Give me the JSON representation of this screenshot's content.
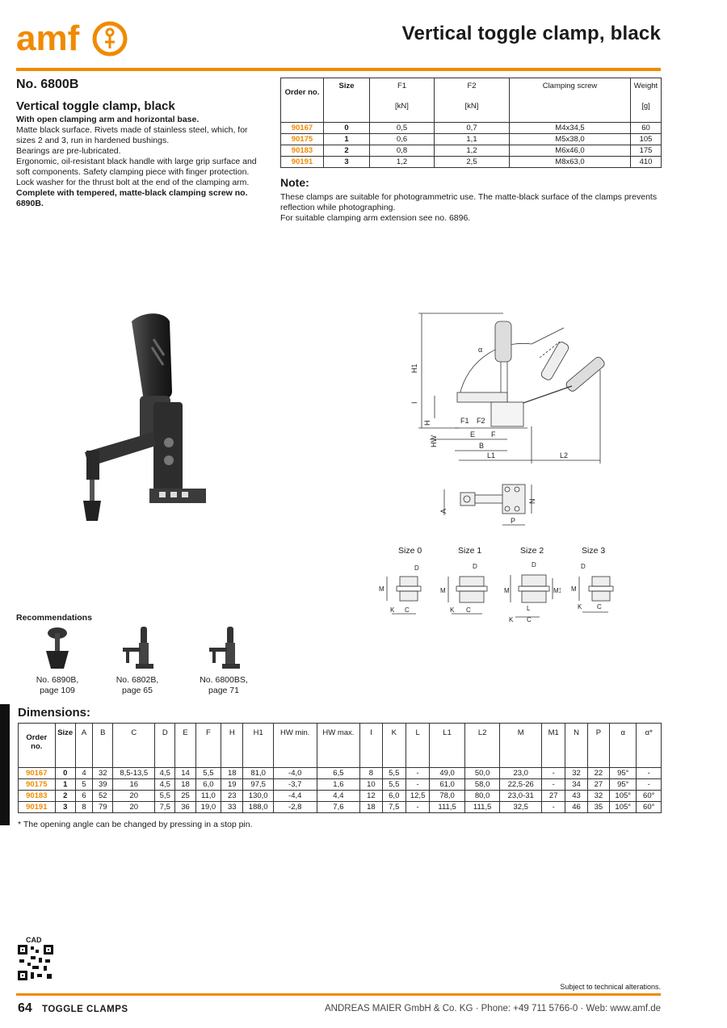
{
  "brand": {
    "logo_text": "amf",
    "accent": "#f08a00"
  },
  "header": {
    "title": "Vertical toggle clamp, black"
  },
  "product": {
    "number": "No. 6800B",
    "title": "Vertical toggle clamp, black",
    "desc_lead": "With open clamping arm and horizontal base.",
    "desc_body": [
      "Matte black surface. Rivets made of stainless steel, which, for sizes 2 and 3, run in hardened bushings.",
      "Bearings are pre-lubricated.",
      "Ergonomic, oil-resistant black handle with large grip surface and soft components. Safety clamping piece with finger protection.",
      "Lock washer for the thrust bolt at the end of the clamping arm."
    ],
    "desc_tail": "Complete with tempered, matte-black clamping screw no. 6890B."
  },
  "order_table": {
    "headers": {
      "order": "Order no.",
      "size": "Size",
      "f1": "F1",
      "f1_unit": "[kN]",
      "f2": "F2",
      "f2_unit": "[kN]",
      "screw": "Clamping screw",
      "weight": "Weight",
      "weight_unit": "[g]"
    },
    "rows": [
      [
        "90167",
        "0",
        "0,5",
        "0,7",
        "M4x34,5",
        "60"
      ],
      [
        "90175",
        "1",
        "0,6",
        "1,1",
        "M5x38,0",
        "105"
      ],
      [
        "90183",
        "2",
        "0,8",
        "1,2",
        "M6x46,0",
        "175"
      ],
      [
        "90191",
        "3",
        "1,2",
        "2,5",
        "M8x63,0",
        "410"
      ]
    ]
  },
  "note": {
    "heading": "Note:",
    "line1": "These clamps are suitable for photogrammetric use. The matte-black surface of the clamps prevents reflection while photographing.",
    "line2": "For suitable clamping arm extension see no. 6896."
  },
  "drawing_labels": {
    "alpha": "α",
    "h1": "H1",
    "i": "I",
    "h": "H",
    "hw": "HW",
    "f1": "F1",
    "f2": "F2",
    "e": "E",
    "f": "F",
    "b": "B",
    "l1": "L1",
    "l2": "L2",
    "a": "A",
    "n": "N",
    "p": "P"
  },
  "sizes": [
    "Size 0",
    "Size 1",
    "Size 2",
    "Size 3"
  ],
  "size_dim_labels": {
    "d": "D",
    "m": "M",
    "m1": "M1",
    "k": "K",
    "c": "C",
    "l": "L"
  },
  "recommendations": {
    "heading": "Recommendations",
    "items": [
      {
        "l1": "No. 6890B,",
        "l2": "page 109"
      },
      {
        "l1": "No. 6802B,",
        "l2": "page 65"
      },
      {
        "l1": "No. 6800BS,",
        "l2": "page 71"
      }
    ]
  },
  "dimensions": {
    "heading": "Dimensions:",
    "headers": [
      "Order no.",
      "Size",
      "A",
      "B",
      "C",
      "D",
      "E",
      "F",
      "H",
      "H1",
      "HW min.",
      "HW max.",
      "I",
      "K",
      "L",
      "L1",
      "L2",
      "M",
      "M1",
      "N",
      "P",
      "α",
      "α*"
    ],
    "rows": [
      [
        "90167",
        "0",
        "4",
        "32",
        "8,5-13,5",
        "4,5",
        "14",
        "5,5",
        "18",
        "81,0",
        "-4,0",
        "6,5",
        "8",
        "5,5",
        "-",
        "49,0",
        "50,0",
        "23,0",
        "-",
        "32",
        "22",
        "95°",
        "-"
      ],
      [
        "90175",
        "1",
        "5",
        "39",
        "16",
        "4,5",
        "18",
        "6,0",
        "19",
        "97,5",
        "-3,7",
        "1,6",
        "10",
        "5,5",
        "-",
        "61,0",
        "58,0",
        "22,5-26",
        "-",
        "34",
        "27",
        "95°",
        "-"
      ],
      [
        "90183",
        "2",
        "6",
        "52",
        "20",
        "5,5",
        "25",
        "11,0",
        "23",
        "130,0",
        "-4,4",
        "4,4",
        "12",
        "6,0",
        "12,5",
        "78,0",
        "80,0",
        "23,0-31",
        "27",
        "43",
        "32",
        "105°",
        "60°"
      ],
      [
        "90191",
        "3",
        "8",
        "79",
        "20",
        "7,5",
        "36",
        "19,0",
        "33",
        "188,0",
        "-2,8",
        "7,6",
        "18",
        "7,5",
        "-",
        "111,5",
        "111,5",
        "32,5",
        "-",
        "46",
        "35",
        "105°",
        "60°"
      ]
    ],
    "footnote": "* The opening angle can be changed by pressing in a stop pin."
  },
  "footer": {
    "cad": "CAD",
    "subject": "Subject to technical alterations.",
    "page": "64",
    "section": "TOGGLE CLAMPS",
    "company": "ANDREAS MAIER GmbH & Co. KG · Phone: +49 711 5766-0 · Web: www.amf.de"
  }
}
